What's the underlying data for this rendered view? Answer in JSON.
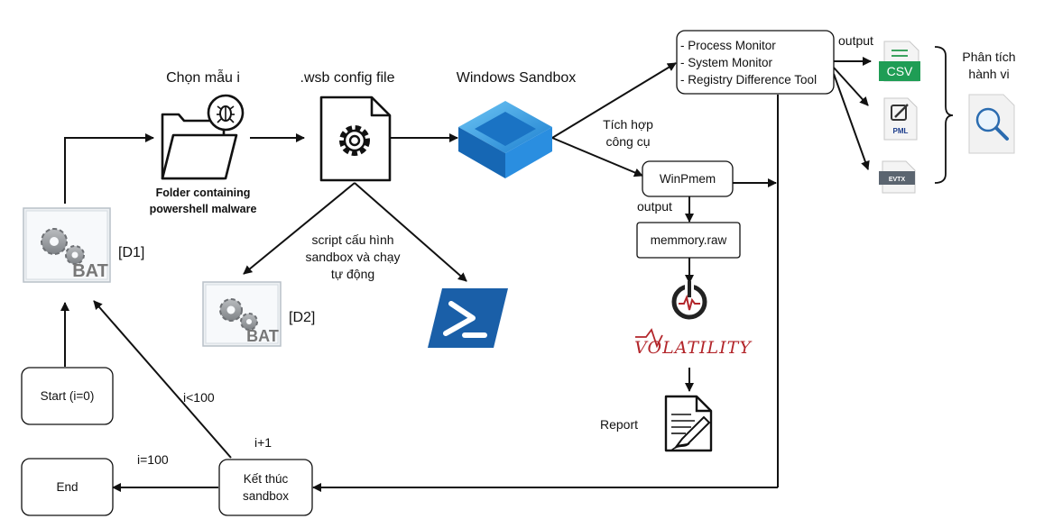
{
  "nodes": {
    "start": "Start (i=0)",
    "end": "End",
    "ket_thuc": [
      "Kết thúc",
      "sandbox"
    ],
    "tools": [
      "- Process Monitor",
      "- System Monitor",
      "- Registry Difference Tool"
    ],
    "winpmem": "WinPmem",
    "memdump": "memmory.raw"
  },
  "labels": {
    "chon_mau": "Chọn mẫu i",
    "wsb_config": ".wsb config file",
    "windows_sandbox": "Windows Sandbox",
    "folder_caption": [
      "Folder containing",
      "powershell malware"
    ],
    "d1": "[D1]",
    "d2": "[D2]",
    "script_caption": [
      "script cấu hình",
      "sandbox và chạy",
      "tự động"
    ],
    "tich_hop": [
      "Tích hợp",
      "công cụ"
    ],
    "output_top": "output",
    "output_mid": "output",
    "phan_tich": [
      "Phân tích",
      "hành vi"
    ],
    "report": "Report",
    "i_lt_100": "i<100",
    "i_plus_1": "i+1",
    "i_eq_100": "i=100"
  },
  "icons": {
    "bat_text": "BAT",
    "csv_text": "CSV",
    "pml_text": "PML",
    "evtx_text": "EVTX",
    "volatility_text": "VOLATILITY"
  },
  "colors": {
    "csv_green": "#1f9d55",
    "powershell_blue": "#1a5fa8",
    "sandbox_blue": "#1e88d6",
    "volatility_red": "#b3262b"
  }
}
